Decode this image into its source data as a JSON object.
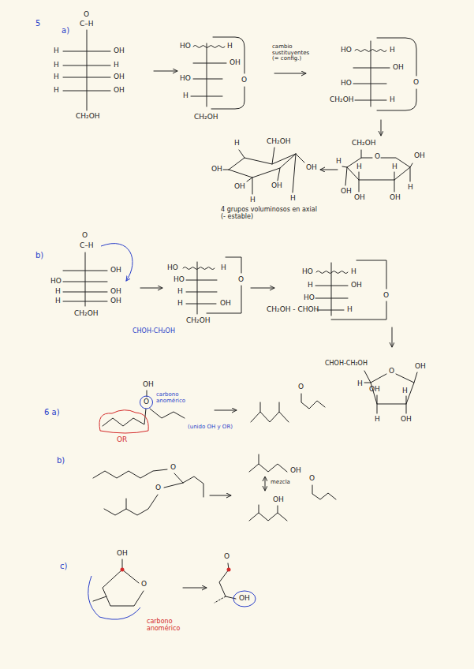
{
  "diagram": {
    "labels": [
      "5",
      "a)",
      "O",
      "C–H",
      "H",
      "OH",
      "H",
      "H",
      "H",
      "OH",
      "H",
      "OH",
      "CH₂OH",
      "HO",
      "H",
      "OH",
      "HO",
      "O",
      "H",
      "CH₂OH",
      "cambio sustituyentes (= config.)",
      "HO",
      "H",
      "OH",
      "HO",
      "O",
      "CH₂OH",
      "H",
      "H",
      "CH₂OH",
      "OH",
      "OH",
      "OH",
      "OH",
      "H",
      "H",
      "CH₂OH",
      "O",
      "OH",
      "H",
      "H",
      "OH",
      "H",
      "OH",
      "H",
      "OH",
      "4 grupos voluminosos en axial (- estable)",
      "b)",
      "O",
      "C–H",
      "OH",
      "HO",
      "H",
      "OH",
      "H",
      "OH",
      "CH₂OH",
      "HO",
      "H",
      "HO",
      "O",
      "H",
      "H",
      "OH",
      "CH₂OH",
      "CHOH-CH₂OH",
      "HO",
      "H",
      "H",
      "OH",
      "HO",
      "O",
      "CH₂OH - CHOH",
      "H",
      "CHOH-CH₂OH",
      "OH",
      "O",
      "H",
      "OH",
      "H",
      "H",
      "OH",
      "6 a)",
      "OH",
      "O",
      "carbono anomérico",
      "(unido OH y OR)",
      "OR",
      "O",
      "b)",
      "O",
      "O",
      "OH",
      "mezcla",
      "OH",
      "O",
      "c)",
      "OH",
      "O",
      "carbono anomérico",
      "O",
      "OH"
    ]
  }
}
